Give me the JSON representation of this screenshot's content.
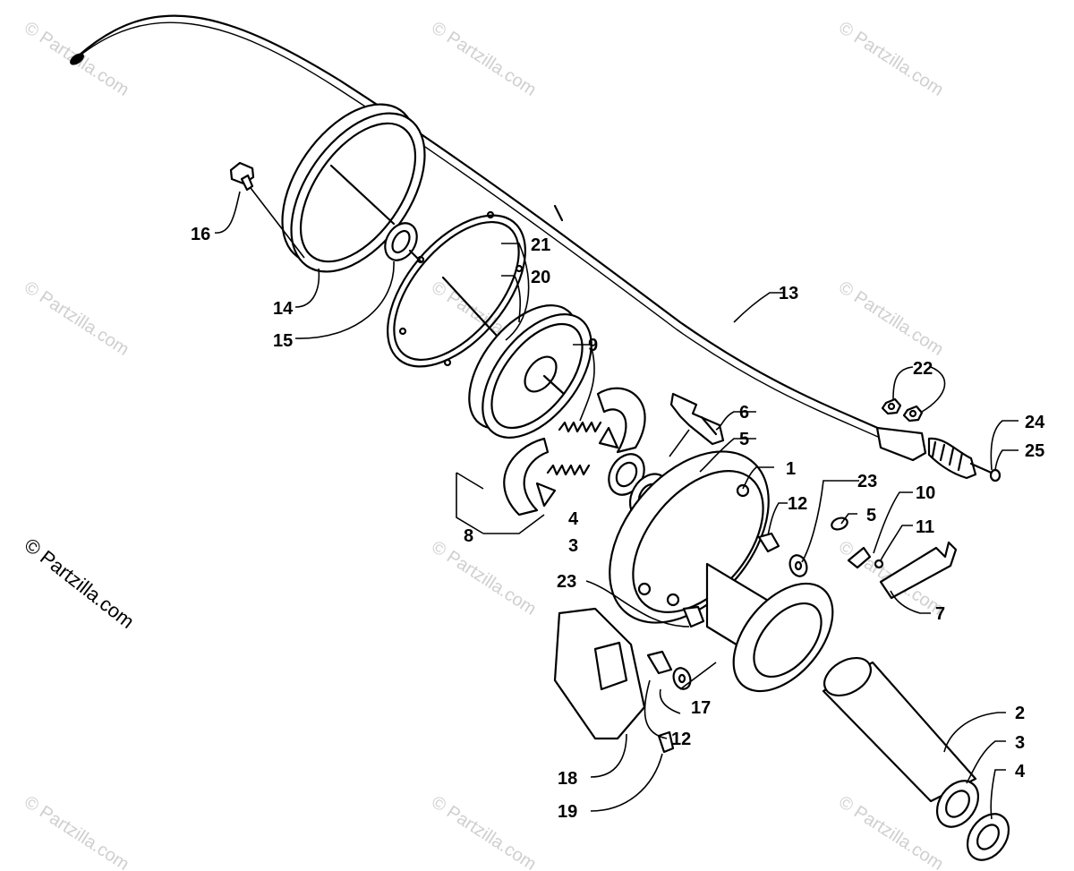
{
  "watermark": "© Partzilla.com",
  "copyright": "© Partzilla.com",
  "callouts": {
    "c1": "1",
    "c2": "2",
    "c3a": "3",
    "c3b": "3",
    "c4a": "4",
    "c4b": "4",
    "c5a": "5",
    "c5b": "5",
    "c6": "6",
    "c7": "7",
    "c8": "8",
    "c9": "9",
    "c10": "10",
    "c11": "11",
    "c12a": "12",
    "c12b": "12",
    "c13": "13",
    "c14": "14",
    "c15": "15",
    "c16": "16",
    "c17": "17",
    "c18": "18",
    "c19": "19",
    "c20": "20",
    "c21": "21",
    "c22": "22",
    "c23a": "23",
    "c23b": "23",
    "c24": "24",
    "c25": "25"
  }
}
